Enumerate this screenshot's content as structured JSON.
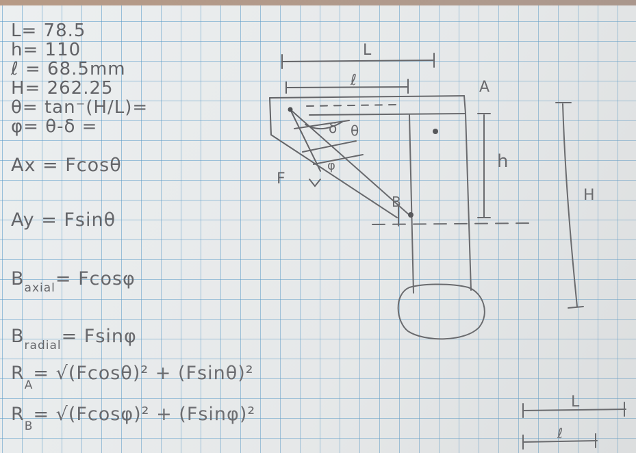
{
  "notes": {
    "l1": "L= 78.5",
    "l2": "h= 110",
    "l3": "ℓ = 68.5mm",
    "l4": "H= 262.25",
    "l5": "θ= tan⁻(H/L)=",
    "l6": "φ= θ-δ =",
    "ax_main": "Ax = Fcosθ",
    "ay_main": "Ay = Fsinθ",
    "baxial_main": "B",
    "baxial_sub": "axial",
    "baxial_rest": "= Fcosφ",
    "bradial_main": "B",
    "bradial_sub": "radial",
    "bradial_rest": "= Fsinφ",
    "ra_main": "R",
    "ra_sub": "A",
    "ra_rest": "= √(Fcosθ)² + (Fsinθ)²",
    "rb_main": "R",
    "rb_sub": "B",
    "rb_rest": "= √(Fcosφ)² + (Fsinφ)²"
  },
  "diagram": {
    "label_L": "L",
    "label_l": "ℓ",
    "label_A": "A",
    "label_delta": "δ",
    "label_theta": "θ",
    "label_phi": "φ",
    "label_F": "F",
    "label_B": "B",
    "label_h": "h",
    "label_H": "H"
  },
  "bottom_diagram": {
    "label_L": "L",
    "label_l": "ℓ"
  },
  "colors": {
    "ink": "#55565a",
    "grid": "#5096c8",
    "paper": "#eceff0"
  }
}
